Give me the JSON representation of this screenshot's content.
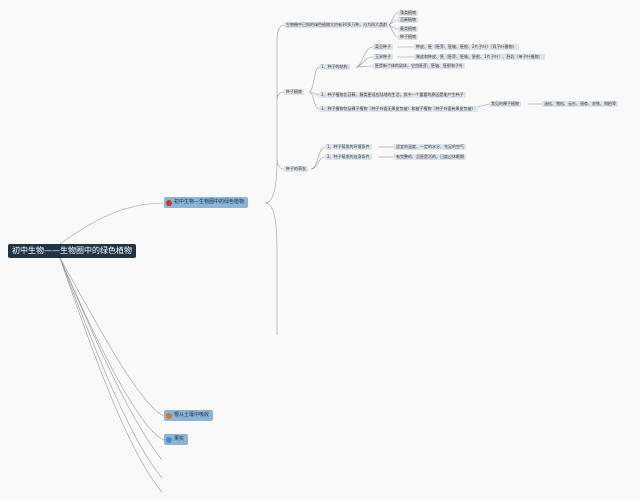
{
  "colors": {
    "root_bg": "#1f3447",
    "topic_bg": "#8cb4d6",
    "marker_red": "#c0392b",
    "marker_orange": "#d9772a",
    "marker_blue": "#3f8fd0",
    "line": "#9a9a9a",
    "pill_bg": "#dfe4ea"
  },
  "root": {
    "label": "初中生物——生物圈中的绿色植物"
  },
  "topics": [
    {
      "label": "初中生物—生物圈中的绿色植物",
      "marker": "red-circle-icon"
    },
    {
      "label": "根从土壤中吸收",
      "marker": "orange-circle-icon"
    },
    {
      "label": "果实",
      "marker": "blue-circle-icon"
    }
  ],
  "branch1": {
    "intro": "生物圈中已知的绿色植物大约有30多万种，分为四大类群",
    "groups": [
      "藻类植物",
      "苔藓植物",
      "蕨类植物",
      "种子植物"
    ],
    "seed_plants": {
      "label": "种子植物",
      "structure": {
        "label": "1、种子的结构",
        "bean": {
          "label": "菜豆种子",
          "desc": "种皮、胚（胚芽、胚轴、胚根、2片子叶）（双子叶植物）"
        },
        "corn": {
          "label": "玉米种子",
          "desc": "果皮和种皮、胚（胚芽、胚轴、胚根、1片子叶）、胚乳（单子叶植物）"
        },
        "embryo": "胚是新个体的幼体，它由胚芽、胚轴、胚根和子叶"
      },
      "point2": "2、种子植物比苔藓、蕨类更适应陆地的生活，其中一个重要的原因是能产生种子",
      "point3": {
        "label": "3、种子植物包括裸子植物（种子外面无果皮包被）和被子植物（种子外面有果皮包被）",
        "common": "常见的裸子植物",
        "examples": "油松、雪松、云杉、银杏、苏铁、侧柏等"
      }
    },
    "germination": {
      "label": "种子的萌发",
      "env": {
        "label": "1、种子萌发的环境条件",
        "desc": "适宜的温度、一定的水分、充足的空气"
      },
      "self": {
        "label": "2、种子萌发的自身条件",
        "desc": "有完整的、且胚是活的，已度过休眠期"
      }
    }
  }
}
